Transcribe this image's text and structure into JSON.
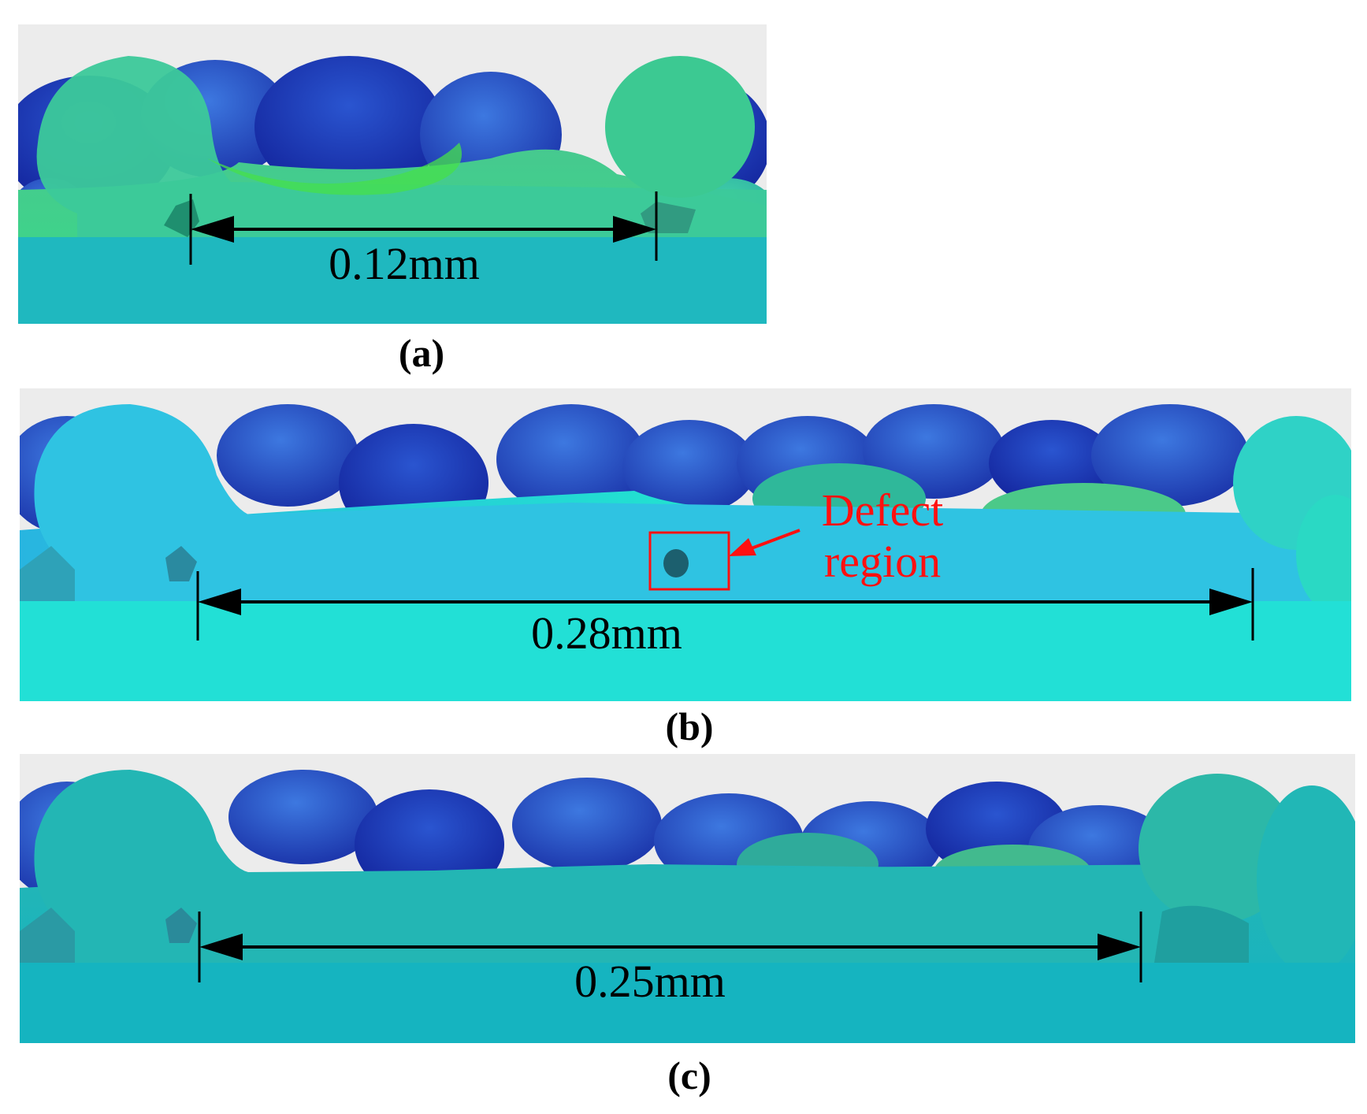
{
  "figure": {
    "panels": [
      {
        "caption": "(a)",
        "dimension": "0.12mm"
      },
      {
        "caption": "(b)",
        "dimension": "0.28mm",
        "annotation": {
          "line1": "Defect",
          "line2": "region",
          "color": "#ff1010"
        }
      },
      {
        "caption": "(c)",
        "dimension": "0.25mm"
      }
    ],
    "colors": {
      "background_sky": "#ececec",
      "powder_deep_blue": "#1f3fb8",
      "powder_blue": "#2f6fd0",
      "melt_green": "#33d07a",
      "melt_cyan": "#20d8d0",
      "substrate_teal": "#19b9bd",
      "annotation_red": "#ff1010"
    }
  }
}
